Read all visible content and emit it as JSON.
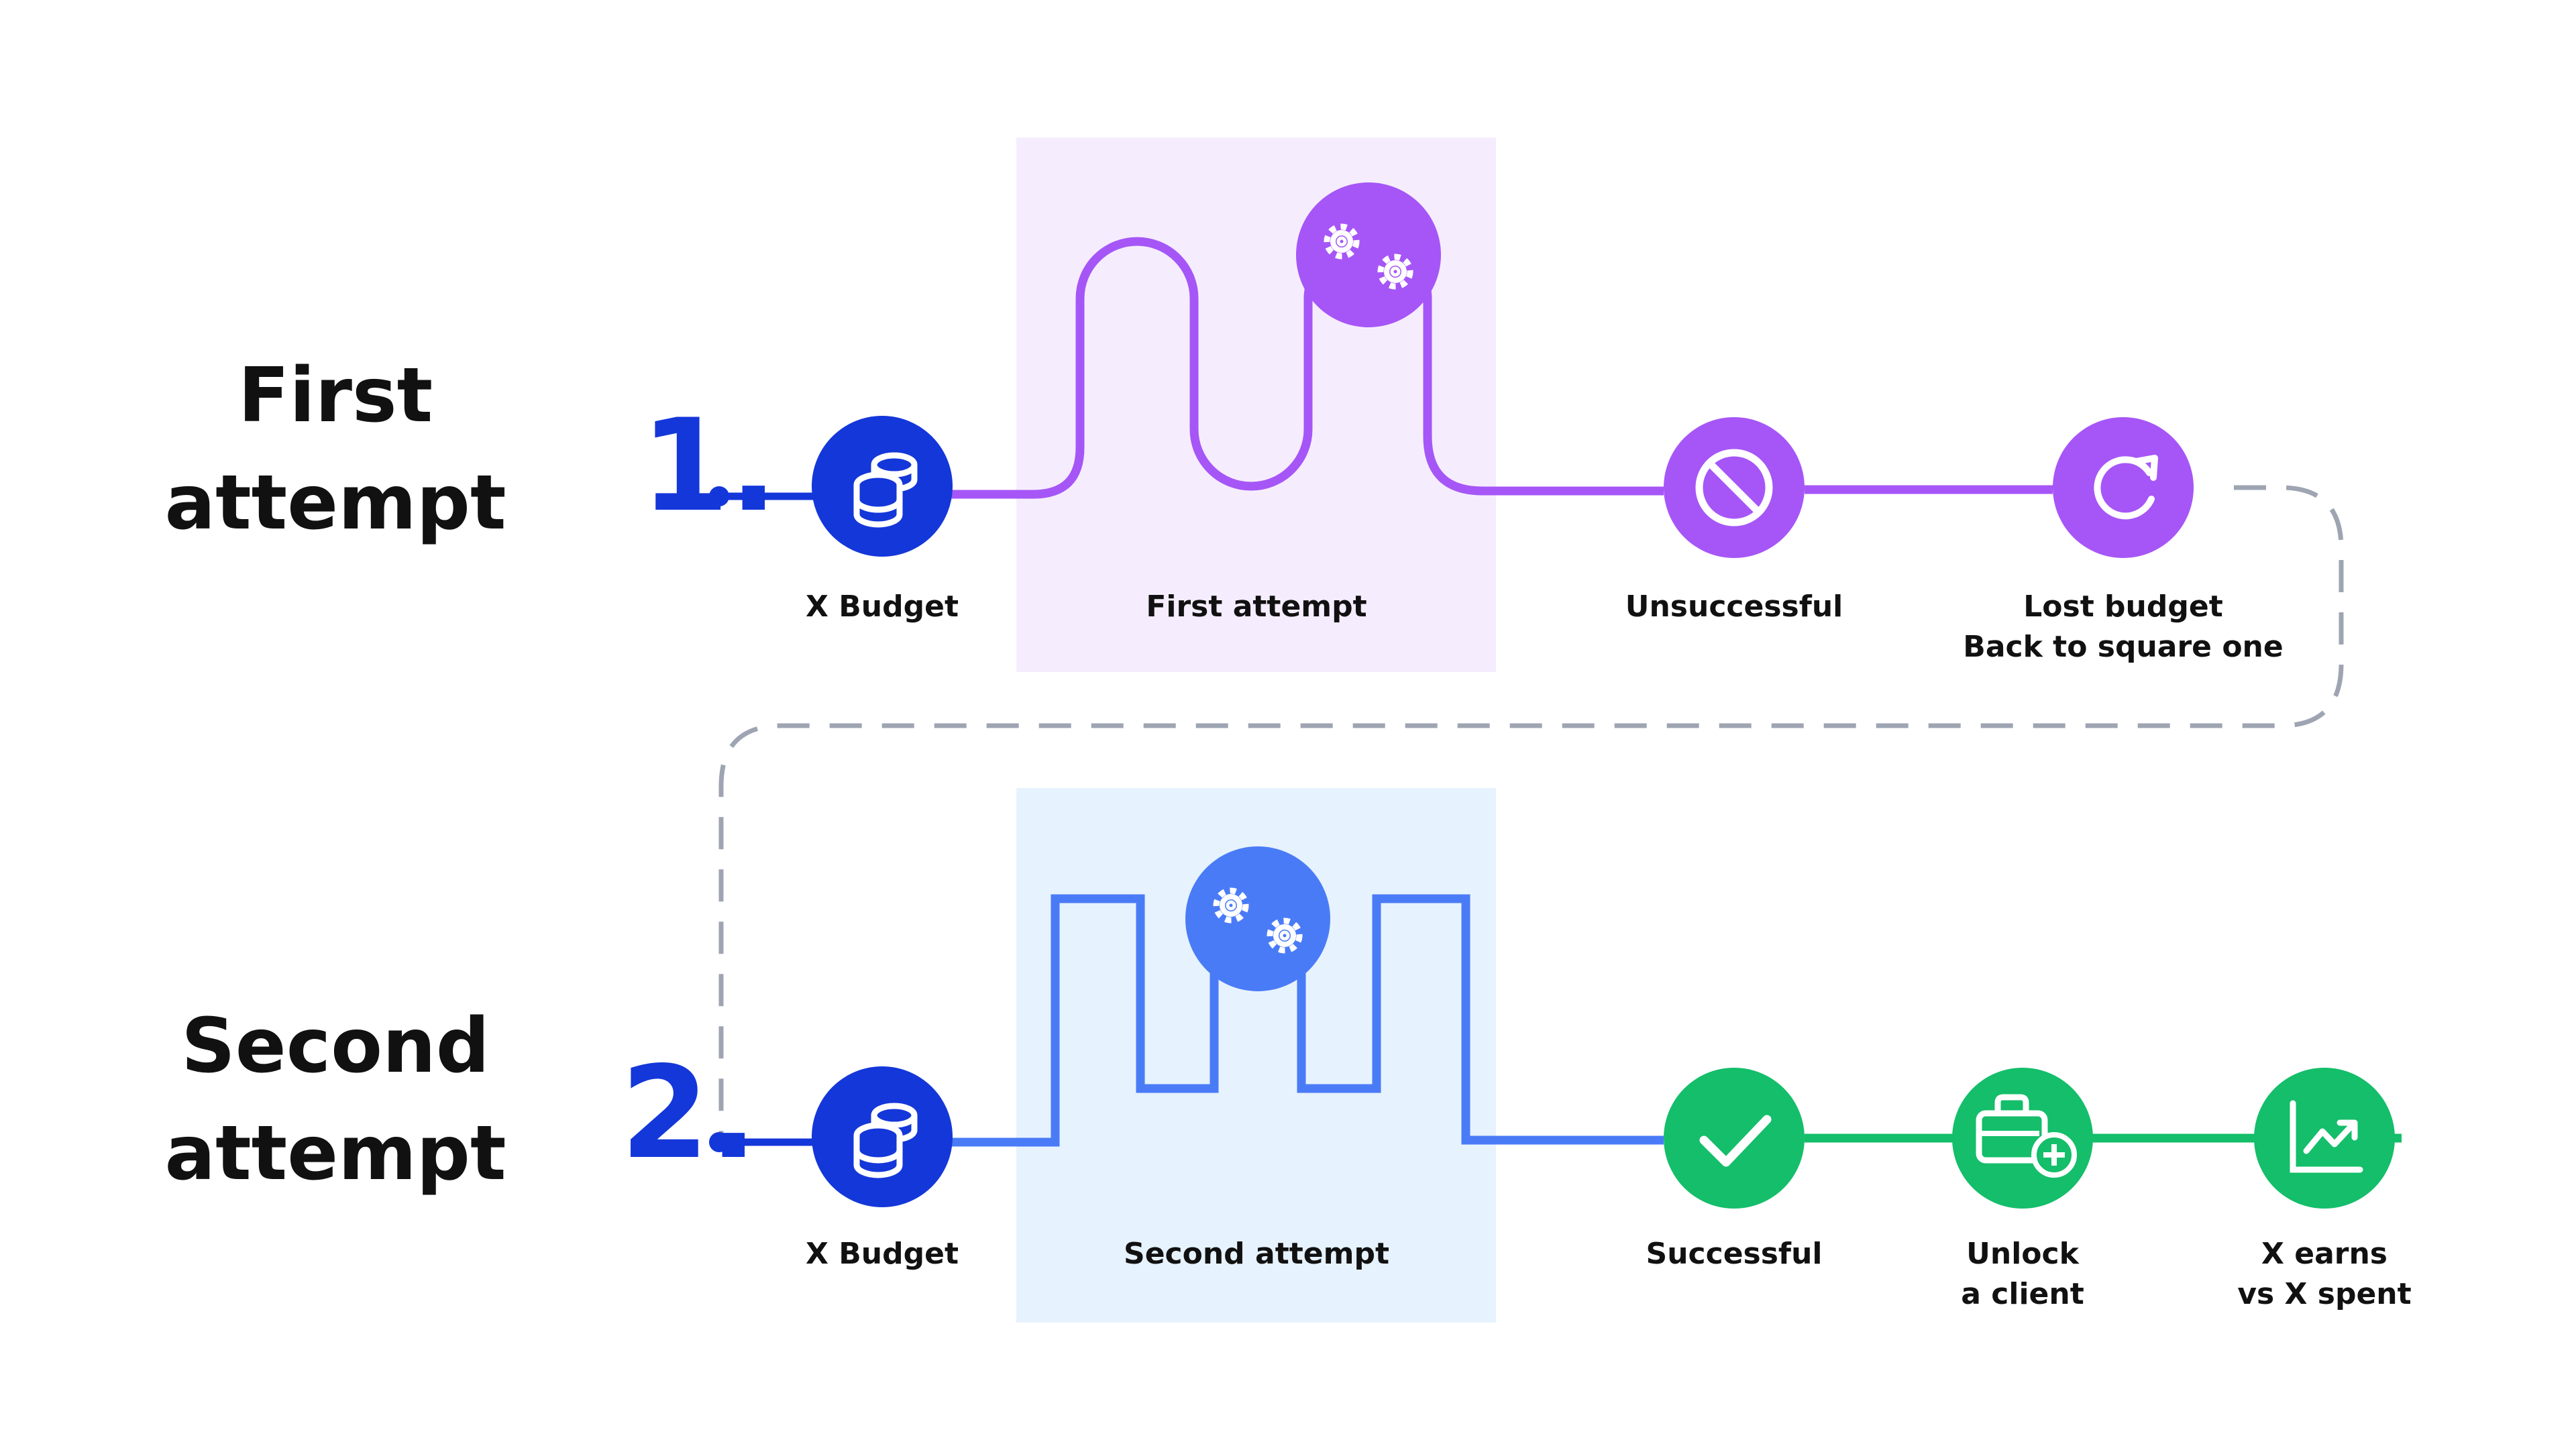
{
  "colors": {
    "blue": "#1437D9",
    "purple": "#A656F7",
    "purple_bg": "#F5EDFD",
    "blue_line": "#4A7BF7",
    "blue_bg": "#E6F2FD",
    "green": "#14BE6A",
    "dash": "#9EA4B2"
  },
  "first": {
    "heading_line1": "First",
    "heading_line2": "attempt",
    "number": "1.",
    "steps": {
      "budget": "X Budget",
      "attempt": "First attempt",
      "unsuccessful": "Unsuccessful",
      "lost_line1": "Lost budget",
      "lost_line2": "Back to square one"
    }
  },
  "second": {
    "heading_line1": "Second",
    "heading_line2": "attempt",
    "number": "2.",
    "steps": {
      "budget": "X Budget",
      "attempt": "Second attempt",
      "successful": "Successful",
      "unlock_line1": "Unlock",
      "unlock_line2": "a client",
      "earns_line1": "X earns",
      "earns_line2": "vs X spent"
    }
  },
  "icons": {
    "budget": "coin-stack-icon",
    "attempt": "gears-icon",
    "unsuccessful": "prohibited-icon",
    "lost": "restart-icon",
    "successful": "checkmark-icon",
    "unlock": "briefcase-plus-icon",
    "earns": "trending-chart-icon"
  }
}
